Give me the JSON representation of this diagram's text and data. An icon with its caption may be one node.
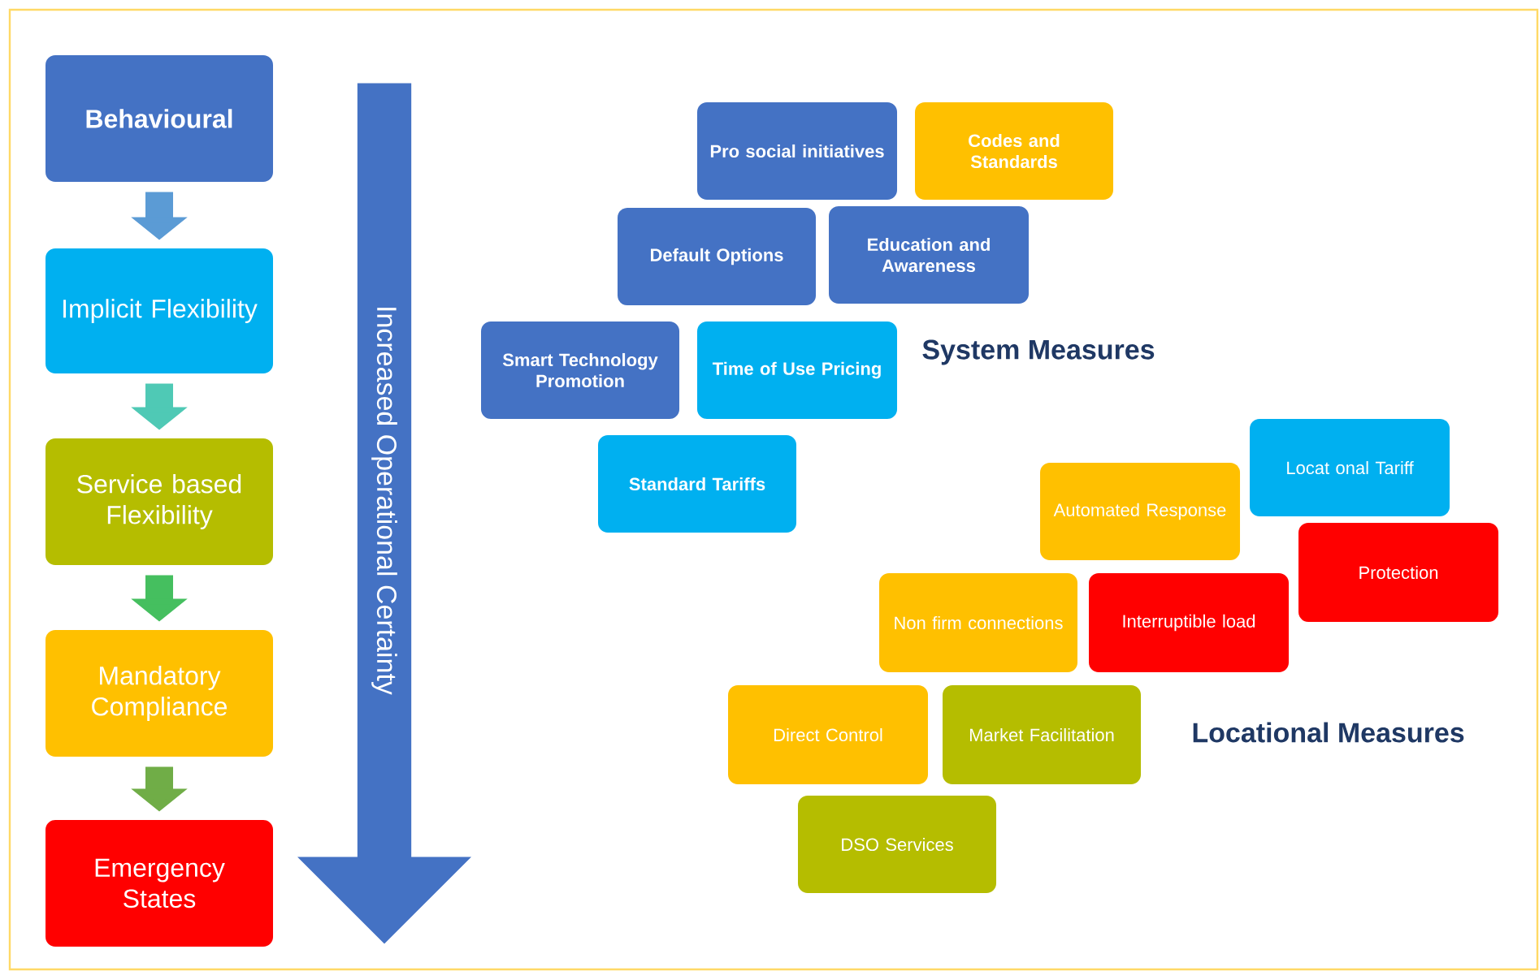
{
  "diagram": {
    "nodes": [
      {
        "text": [
          "Behavioural"
        ]
      },
      {
        "text": [
          "Implicit Flexibility"
        ]
      },
      {
        "text": [
          "Service based Flexibility"
        ]
      },
      {
        "text": [
          "Mandatory Compliance"
        ]
      },
      {
        "text": [
          "Emergency States"
        ]
      },
      {
        "text": [
          "Increased Operational Certainty"
        ]
      },
      {
        "text": [
          "Pro social initiatives"
        ]
      },
      {
        "text": [
          "Codes and Standards"
        ]
      },
      {
        "text": [
          "Default Options"
        ]
      },
      {
        "text": [
          "Education and Awareness"
        ]
      },
      {
        "text": [
          "Smart Technology Promotion"
        ]
      },
      {
        "text": [
          "Time of Use Pricing"
        ]
      },
      {
        "text": [
          "Standard Tariffs"
        ]
      },
      {
        "text": [
          "Locat onal Tariff"
        ]
      },
      {
        "text": [
          "Automated Response"
        ]
      },
      {
        "text": [
          "Protection"
        ]
      },
      {
        "text": [
          "Non firm connections"
        ]
      },
      {
        "text": [
          "Interruptible load"
        ]
      },
      {
        "text": [
          "Direct Control"
        ]
      },
      {
        "text": [
          "Market Facilitation"
        ]
      },
      {
        "text": [
          "DSO Services"
        ]
      }
    ],
    "edges": [
      {
        "from": 0,
        "to": 1,
        "arrow": "to",
        "color": "#5b9bd5"
      },
      {
        "from": 1,
        "to": 2,
        "arrow": "to",
        "color": "#4fc9b5"
      },
      {
        "from": 2,
        "to": 3,
        "arrow": "to",
        "color": "#45bf5f"
      },
      {
        "from": 3,
        "to": 4,
        "arrow": "to",
        "color": "#70ad47"
      }
    ],
    "labels": [
      "System Measures",
      "Locational Measures"
    ]
  }
}
